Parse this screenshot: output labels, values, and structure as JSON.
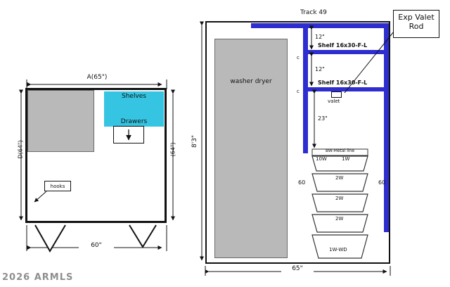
{
  "watermark": "2026 ARMLS",
  "colors": {
    "accent_cyan": "#35c4e2",
    "rod_blue": "#2d2dd0",
    "fill_gray": "#b9b9b9"
  },
  "left_plan": {
    "dim_top": "A(65\")",
    "dim_left": "D(64\")",
    "dim_right": "(64\")",
    "dim_bottom": "60\"",
    "shelves": "Shelves",
    "drawers": "Drawers",
    "hooks": "hooks"
  },
  "right_plan": {
    "track": "Track 49",
    "valet_callout": "Exp Valet Rod",
    "washer_dryer": "washer dryer",
    "shelf1": "Shelf 16x30-F-L",
    "shelf2": "Shelf 16x30-F-L",
    "dim12_a": "12\"",
    "dim12_b": "12\"",
    "c_a": "c",
    "c_b": "c",
    "valet": "valet",
    "dim23": "23\"",
    "dim60_left": "60",
    "dim60_right": "60",
    "dim_height": "8'3\"",
    "dim_width": "65\"",
    "basket_header": "BW-Metal line",
    "basket_row1_left": "10W",
    "basket_row1_right": "1W",
    "basket_row2": "2W",
    "basket_row3": "2W",
    "basket_row4": "2W",
    "basket_row5": "1W-WD"
  }
}
